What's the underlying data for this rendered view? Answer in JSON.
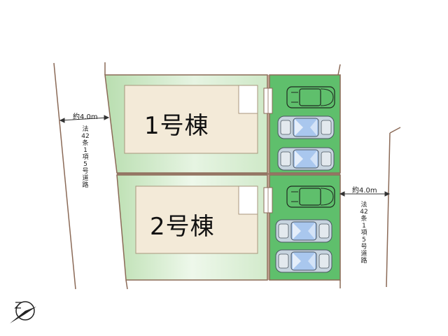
{
  "buildings": [
    {
      "label": "1号棟"
    },
    {
      "label": "2号棟"
    }
  ],
  "roads": [
    {
      "width": "約4.0m",
      "type": "法42条1項5号道路"
    },
    {
      "width": "約4.0m",
      "type": "法42条1項5号道路"
    }
  ],
  "parking": {
    "lot1": [
      "dark-car-outline",
      "blue-car",
      "blue-car"
    ],
    "lot2": [
      "dark-car-outline",
      "blue-car",
      "blue-car"
    ]
  },
  "compass": {
    "icon": "north-arrow-icon"
  },
  "colors": {
    "lot_green": "#c9e5c0",
    "lot_green_light": "#eaf6e6",
    "parking_green": "#5fbf6c",
    "building_fill": "#f3ead8",
    "boundary_brown": "#8b6a57",
    "car_blue": "#a9c7ee"
  }
}
